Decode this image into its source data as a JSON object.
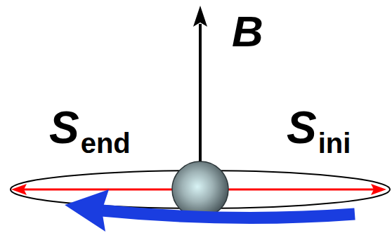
{
  "diagram": {
    "labels": [
      "B",
      "S",
      "end",
      "S",
      "ini"
    ]
  }
}
